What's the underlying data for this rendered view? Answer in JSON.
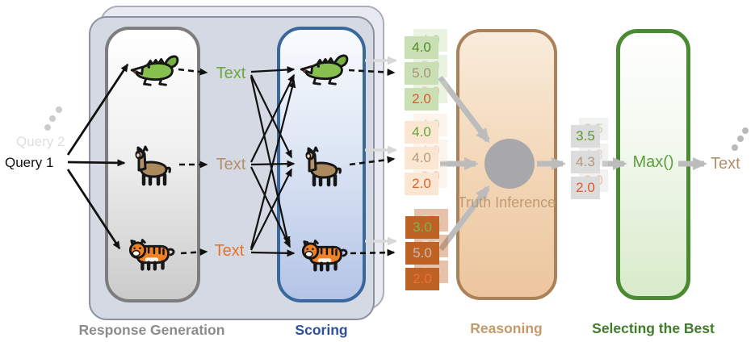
{
  "queries": {
    "current": "Query 1",
    "faded": "Query 2"
  },
  "stage_labels": {
    "response_generation": "Response Generation",
    "scoring": "Scoring",
    "reasoning": "Reasoning",
    "selecting": "Selecting the Best"
  },
  "models": [
    {
      "id": "crocodile",
      "icon": "crocodile-icon",
      "text_label": "Text",
      "text_color": "#6aaa3c",
      "card_bg": "#c9e0b5",
      "scores": [
        "4.0",
        "5.0",
        "2.0"
      ],
      "score_colors": [
        "#4f8b28",
        "#a89077",
        "#e2572b"
      ]
    },
    {
      "id": "llama",
      "icon": "llama-icon",
      "text_label": "Text",
      "text_color": "#b3906a",
      "card_bg": "#fbe7d1",
      "scores": [
        "4.0",
        "4.0",
        "2.0"
      ],
      "score_colors": [
        "#65a33a",
        "#b59c7d",
        "#e2602c"
      ]
    },
    {
      "id": "tiger",
      "icon": "tiger-icon",
      "text_label": "Text",
      "text_color": "#e87327",
      "card_bg": "#bf6226",
      "scores": [
        "3.0",
        "5.0",
        "2.0"
      ],
      "score_colors": [
        "#77b74a",
        "#c9bbaa",
        "#ea7030"
      ]
    }
  ],
  "reasoning": {
    "node_label": "Truth Inference",
    "node_color": "#a8a8ac"
  },
  "aggregated": {
    "card_bg": "#dcdcdc",
    "scores": [
      "3.5",
      "4.3",
      "2.0"
    ],
    "score_colors": [
      "#5a9632",
      "#b3977a",
      "#e2572b"
    ]
  },
  "selection": {
    "function_label": "Max()",
    "function_color": "#5a9e3a",
    "output_label": "Text",
    "output_color": "#b3906a"
  },
  "accent_colors": {
    "generation_gray": "#7d7d7d",
    "scoring_blue": "#39689c",
    "reasoning_tan": "#aa8159",
    "selecting_green": "#4a8a33"
  }
}
